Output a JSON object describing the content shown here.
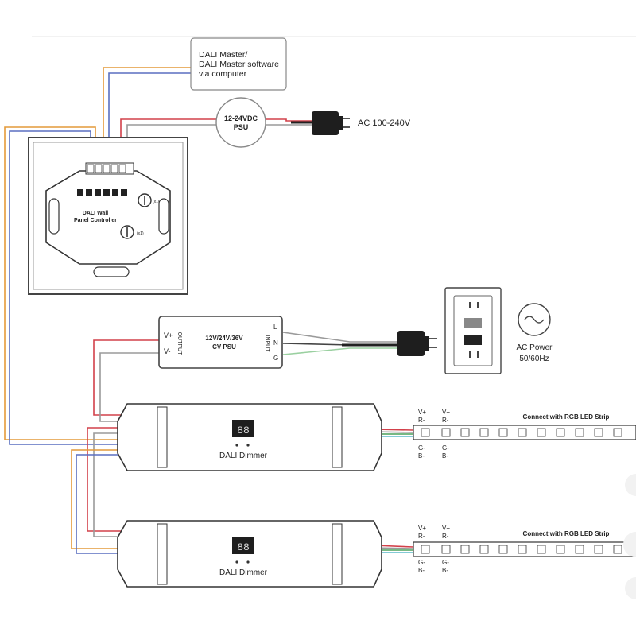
{
  "boxes": {
    "dali_master": {
      "line1": "DALI Master/",
      "line2": "DALI Master software",
      "line3": "via computer"
    },
    "psu_small": {
      "line1": "12-24VDC",
      "line2": "PSU"
    },
    "ac_plug_top": {
      "label": "AC 100-240V"
    },
    "wall_panel": {
      "line1": "DALI Wall",
      "line2": "Panel Controller",
      "knob1": "(x10)",
      "knob2": "(x1)"
    },
    "cv_psu": {
      "line1": "12V/24V/36V",
      "line2": "CV PSU",
      "output": "OUTPUT",
      "input": "INPUT",
      "vplus": "V+",
      "vminus": "V-",
      "l": "L",
      "n": "N",
      "g": "G"
    },
    "ac_power": {
      "line1": "AC Power",
      "line2": "50/60Hz"
    }
  },
  "dimmers": [
    {
      "label": "DALI Dimmer",
      "display": "88"
    },
    {
      "label": "DALI Dimmer",
      "display": "88"
    }
  ],
  "strips": [
    {
      "title": "Connect with RGB LED Strip",
      "pins_top": [
        {
          "a": "V+",
          "b": "V+"
        },
        {
          "a": "R-",
          "b": "R-"
        }
      ],
      "pins_bottom": [
        {
          "a": "G-",
          "b": "G-"
        },
        {
          "a": "B-",
          "b": "B-"
        }
      ]
    },
    {
      "title": "Connect with RGB LED Strip",
      "pins_top": [
        {
          "a": "V+",
          "b": "V+"
        },
        {
          "a": "R-",
          "b": "R-"
        }
      ],
      "pins_bottom": [
        {
          "a": "G-",
          "b": "G-"
        },
        {
          "a": "B-",
          "b": "B-"
        }
      ]
    }
  ],
  "colors": {
    "red_wire": "#d2404a",
    "grey_wire": "#9a9a9a",
    "blue_wire": "#5a6fc0",
    "orange_wire": "#e49a3a",
    "green_wire": "#4aa05a",
    "cyan_wire": "#5ab8c8",
    "black": "#222222"
  }
}
